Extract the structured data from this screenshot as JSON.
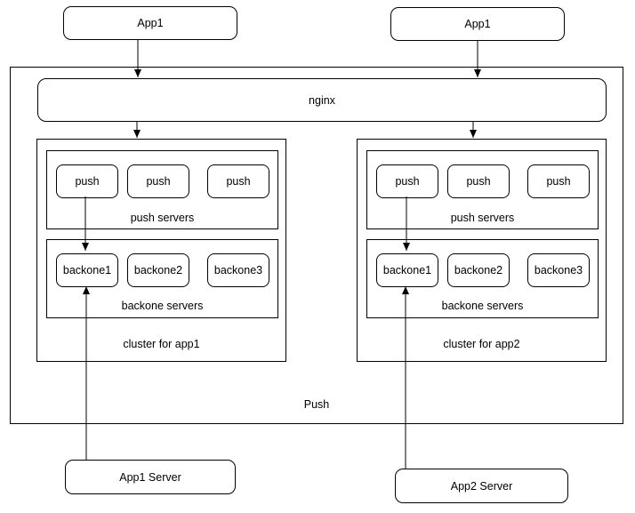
{
  "diagram": {
    "outer": {
      "label": "Push"
    },
    "nginx": {
      "label": "nginx"
    },
    "clients": [
      {
        "label": "App1"
      },
      {
        "label": "App1"
      }
    ],
    "clusters": [
      {
        "title": "cluster for app1",
        "push_group": {
          "label": "push servers",
          "nodes": [
            "push",
            "push",
            "push"
          ]
        },
        "backone_group": {
          "label": "backone servers",
          "nodes": [
            "backone1",
            "backone2",
            "backone3"
          ]
        }
      },
      {
        "title": "cluster for app2",
        "push_group": {
          "label": "push servers",
          "nodes": [
            "push",
            "push",
            "push"
          ]
        },
        "backone_group": {
          "label": "backone servers",
          "nodes": [
            "backone1",
            "backone2",
            "backone3"
          ]
        }
      }
    ],
    "servers": [
      {
        "label": "App1 Server"
      },
      {
        "label": "App2 Server"
      }
    ],
    "edges": [
      {
        "from": "app1-client-left",
        "to": "nginx"
      },
      {
        "from": "app1-client-right",
        "to": "nginx"
      },
      {
        "from": "nginx",
        "to": "cluster-for-app1"
      },
      {
        "from": "nginx",
        "to": "cluster-for-app2"
      },
      {
        "from": "cluster1-push-1",
        "to": "cluster1-backone1"
      },
      {
        "from": "cluster2-push-1",
        "to": "cluster2-backone1"
      },
      {
        "from": "app1-server",
        "to": "cluster1-backone1"
      },
      {
        "from": "app2-server",
        "to": "cluster2-backone1"
      }
    ],
    "colors": {
      "stroke": "#000000",
      "background": "#ffffff",
      "text": "#000000"
    }
  }
}
